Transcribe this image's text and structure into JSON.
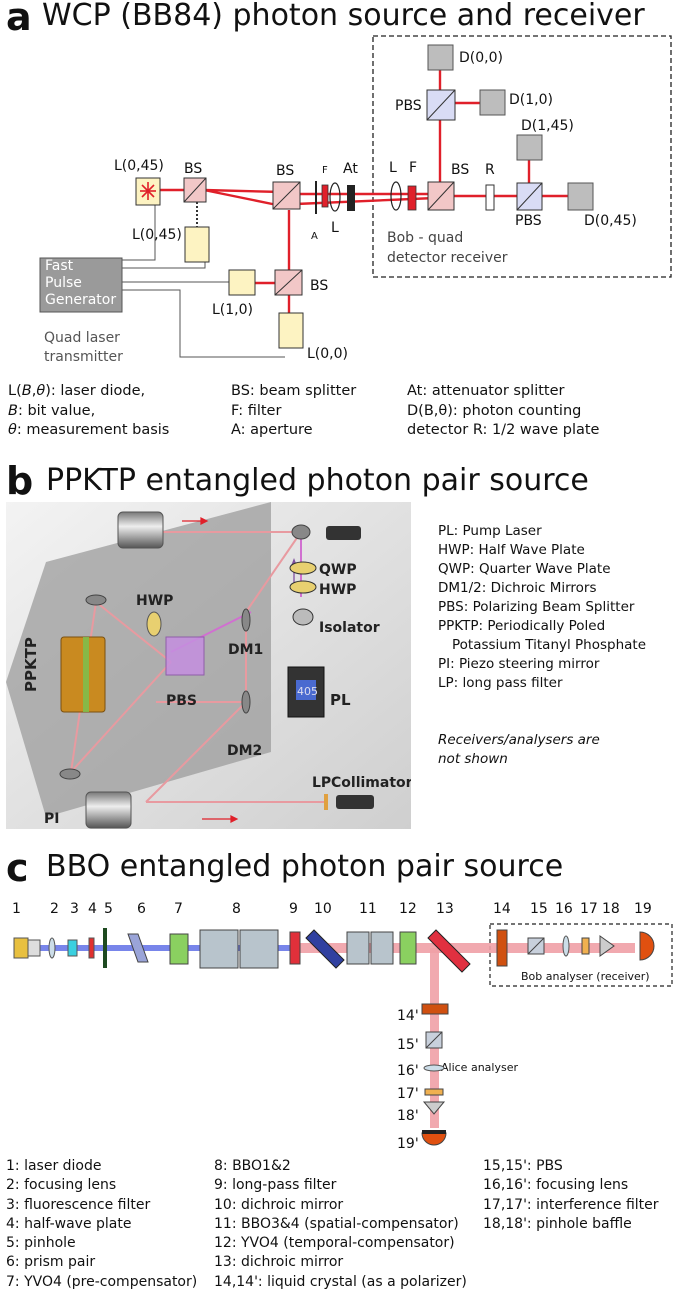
{
  "panel_a": {
    "letter": "a",
    "title": "WCP (BB84) photon source and receiver",
    "sources": [
      "L(0,45)",
      "L(0,45)",
      "L(1,0)",
      "L(0,0)"
    ],
    "bs": [
      "BS",
      "BS",
      "BS",
      "BS"
    ],
    "filter": "F",
    "filter2": "F",
    "attenuator": "At",
    "aperture": "A",
    "lens": "L",
    "lens2": "L",
    "waveplate": "R",
    "pbs": [
      "PBS",
      "PBS"
    ],
    "detectors": [
      "D(0,0)",
      "D(1,0)",
      "D(1,45)",
      "D(0,45)"
    ],
    "bob_label_1": "Bob - quad",
    "bob_label_2": "detector receiver",
    "generator": [
      "Fast",
      "Pulse",
      "Generator"
    ],
    "transmitter": [
      "Quad laser",
      "transmitter"
    ],
    "legend_col1": {
      "l1_pre": "L(",
      "l1_b": "B",
      "l1_comma": ",",
      "l1_t": "θ",
      "l1_post": "): laser diode,",
      "l2_b": "B",
      "l2_post": ": bit value,",
      "l3_t": "θ",
      "l3_post": ": measurement basis"
    },
    "legend_col2": [
      "BS: beam splitter",
      "F: filter",
      "A: aperture"
    ],
    "legend_col3": [
      "At: attenuator splitter",
      "D(B,θ): photon counting",
      "detector R: 1/2 wave plate"
    ]
  },
  "panel_b": {
    "letter": "b",
    "title": "PPKTP entangled photon pair source",
    "labels": {
      "ppktp": "PPKTP",
      "hwp": "HWP",
      "pbs": "PBS",
      "dm1": "DM1",
      "dm2": "DM2",
      "qwp": "QWP",
      "hwp2": "HWP",
      "isolator": "Isolator",
      "pl": "PL",
      "laser_display": "405",
      "pi": "PI",
      "lp": "LP",
      "collimator": "Collimator"
    },
    "legend": [
      "PL: Pump Laser",
      "HWP: Half Wave Plate",
      "QWP: Quarter Wave Plate",
      "DM1/2: Dichroic Mirrors",
      "PBS: Polarizing Beam Splitter",
      "PPKTP: Periodically Poled",
      "Potassium Titanyl Phosphate",
      "PI: Piezo  steering mirror",
      "LP: long pass filter"
    ],
    "note": [
      "Receivers/analysers are",
      "not shown"
    ]
  },
  "panel_c": {
    "letter": "c",
    "title": "BBO entangled photon pair source",
    "top_numbers": [
      "1",
      "2",
      "3",
      "4",
      "5",
      "6",
      "7",
      "8",
      "9",
      "10",
      "11",
      "12",
      "13",
      "14",
      "15",
      "16",
      "17",
      "18",
      "19"
    ],
    "side_numbers": [
      "14'",
      "15'",
      "16'",
      "17'",
      "18'",
      "19'"
    ],
    "bob_label": "Bob analyser (receiver)",
    "alice_label": "Alice analyser",
    "legend_col1": [
      "1: laser diode",
      "2: focusing lens",
      "3: fluorescence filter",
      "4: half-wave plate",
      "5: pinhole",
      "6: prism pair",
      "7: YVO4 (pre-compensator)"
    ],
    "legend_col2": [
      "8: BBO1&2",
      "9: long-pass filter",
      "10: dichroic mirror",
      "11: BBO3&4 (spatial-compensator)",
      "12: YVO4 (temporal-compensator)",
      "13: dichroic mirror",
      "14,14': liquid crystal (as a polarizer)"
    ],
    "legend_col3": [
      "15,15': PBS",
      "16,16': focusing lens",
      "17,17': interference filter",
      "18,18': pinhole baffle"
    ]
  },
  "colors": {
    "beam_red": "#e0202a",
    "beam_blue": "#5060e0",
    "beam_pink": "#e89aa0",
    "bs_fill": "#f2c7c7",
    "source_fill": "#fdf3c2",
    "detector_fill": "#bdbdbd",
    "pbs_fill": "#d9dcf5"
  }
}
